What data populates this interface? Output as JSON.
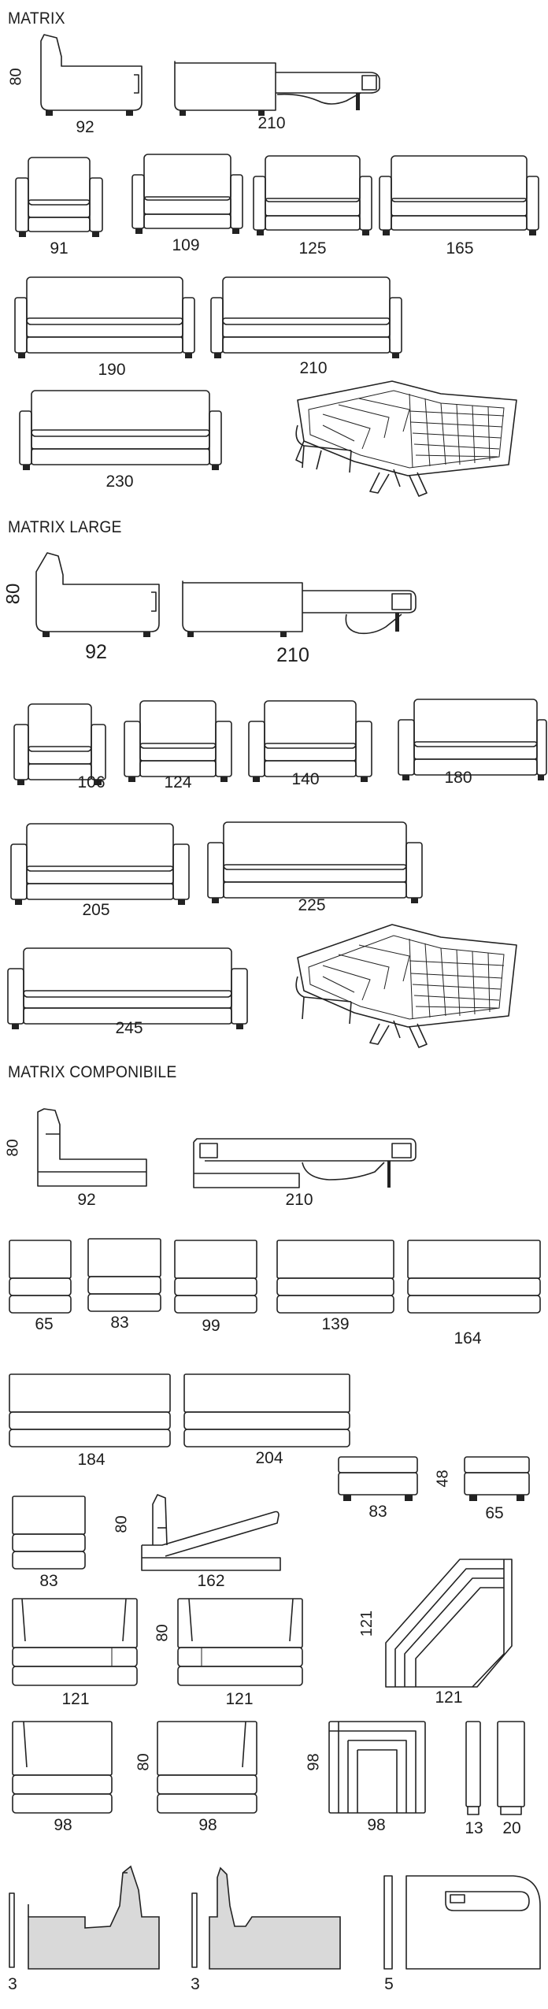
{
  "sections": {
    "matrix": {
      "title": "MATRIX"
    },
    "matrix_large": {
      "title": "MATRIX LARGE"
    },
    "matrix_componibile": {
      "title": "MATRIX COMPONIBILE"
    }
  },
  "labels": {
    "m_side_h": "80",
    "m_side_d": "92",
    "m_bed": "210",
    "m_91": "91",
    "m_109": "109",
    "m_125": "125",
    "m_165": "165",
    "m_190": "190",
    "m_210": "210",
    "m_230": "230",
    "l_side_h": "80",
    "l_side_d": "92",
    "l_bed": "210",
    "l_106": "106",
    "l_124": "124",
    "l_140": "140",
    "l_180": "180",
    "l_205": "205",
    "l_225": "225",
    "l_245": "245",
    "c_side_h": "80",
    "c_side_d": "92",
    "c_bed": "210",
    "c_65": "65",
    "c_83": "83",
    "c_99": "99",
    "c_139": "139",
    "c_164": "164",
    "c_184": "184",
    "c_204": "204",
    "c_pouf83": "83",
    "c_pouf_h": "48",
    "c_pouf65": "65",
    "c_small83": "83",
    "c_chaise_h": "80",
    "c_chaise": "162",
    "c_121a": "121",
    "c_121b_h": "80",
    "c_121b": "121",
    "c_corner_h": "121",
    "c_corner": "121",
    "c_98a": "98",
    "c_98b_h": "80",
    "c_98b": "98",
    "c_sq_h": "98",
    "c_sq": "98",
    "c_13": "13",
    "c_20": "20",
    "c_p3a": "3",
    "c_p3b": "3",
    "c_p5": "5"
  }
}
